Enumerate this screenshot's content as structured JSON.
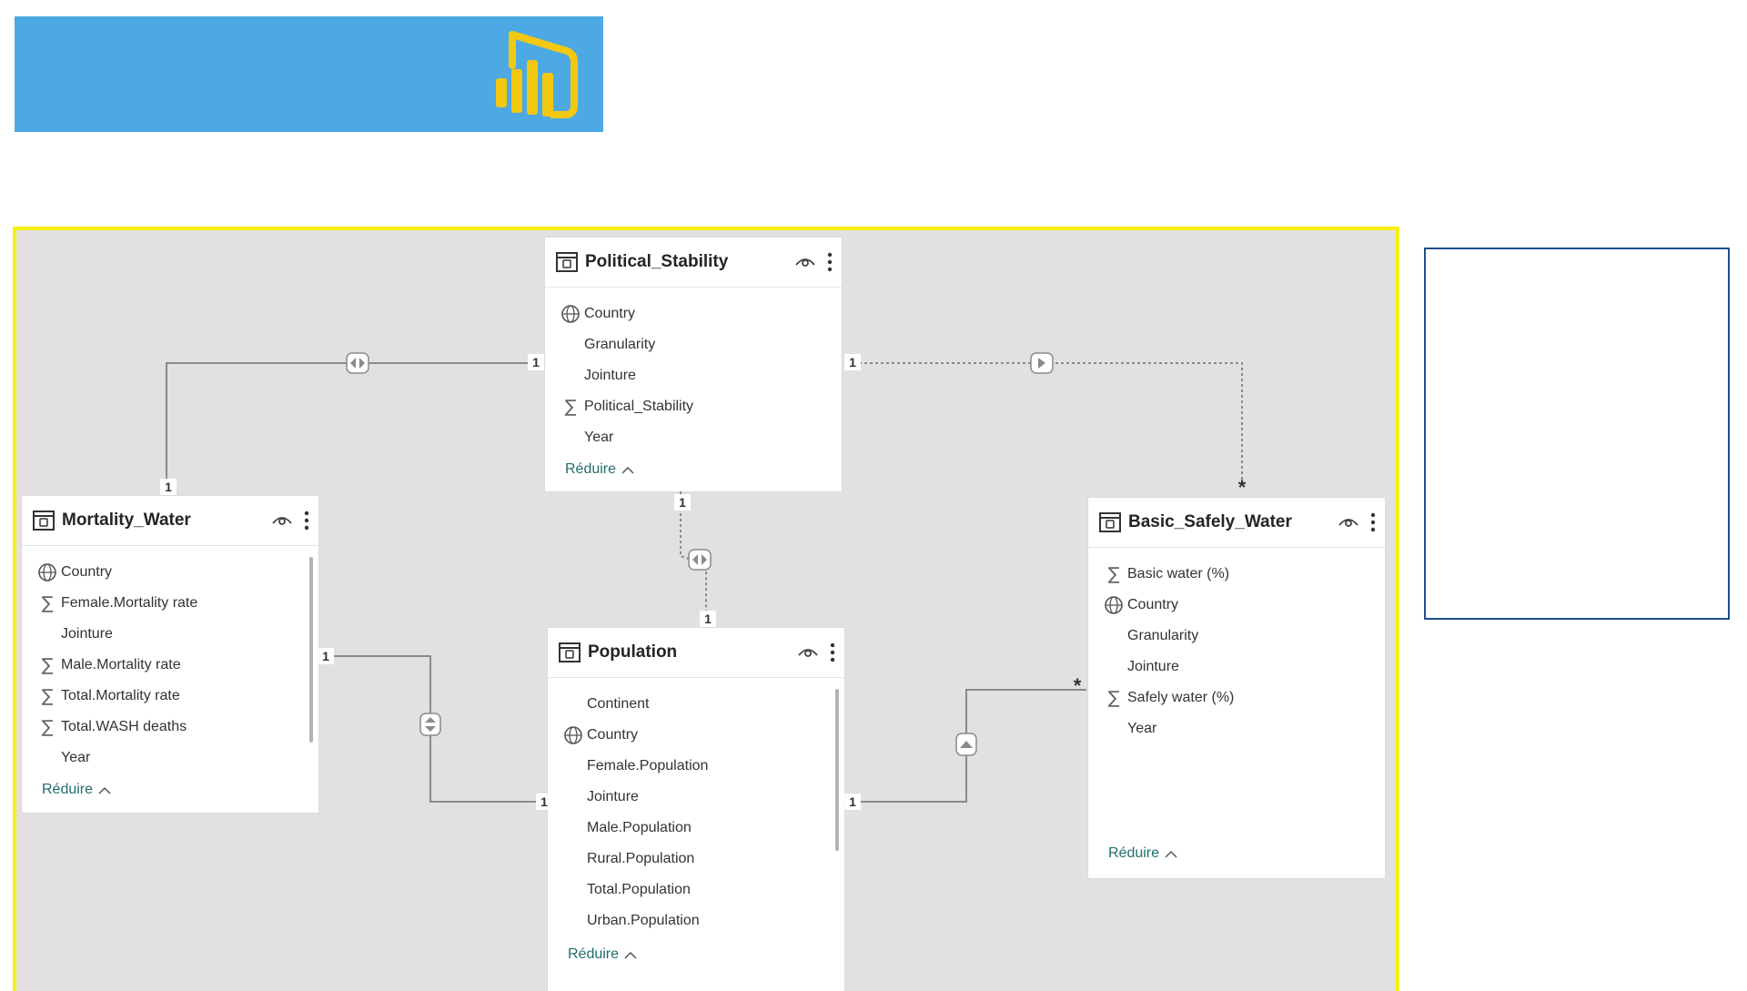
{
  "colors": {
    "banner": "#4da9e4",
    "logo": "#f2c811",
    "canvas_border": "#f7ef14",
    "canvas_bg": "#e3e1e0",
    "side_box_border": "#1f4e8c",
    "reduce_link": "#1f6e6a"
  },
  "banner": {
    "logo_icon": "power-bi-logo-icon"
  },
  "tables": {
    "political_stability": {
      "title": "Political_Stability",
      "fields": [
        {
          "label": "Country",
          "icon": "globe"
        },
        {
          "label": "Granularity",
          "icon": "none"
        },
        {
          "label": "Jointure",
          "icon": "none"
        },
        {
          "label": "Political_Stability",
          "icon": "sigma"
        },
        {
          "label": "Year",
          "icon": "none"
        }
      ],
      "collapse_label": "Réduire"
    },
    "mortality_water": {
      "title": "Mortality_Water",
      "fields": [
        {
          "label": "Country",
          "icon": "globe"
        },
        {
          "label": "Female.Mortality rate",
          "icon": "sigma"
        },
        {
          "label": "Jointure",
          "icon": "none"
        },
        {
          "label": "Male.Mortality rate",
          "icon": "sigma"
        },
        {
          "label": "Total.Mortality rate",
          "icon": "sigma"
        },
        {
          "label": "Total.WASH deaths",
          "icon": "sigma"
        },
        {
          "label": "Year",
          "icon": "none"
        }
      ],
      "collapse_label": "Réduire"
    },
    "population": {
      "title": "Population",
      "fields": [
        {
          "label": "Continent",
          "icon": "none"
        },
        {
          "label": "Country",
          "icon": "globe"
        },
        {
          "label": "Female.Population",
          "icon": "none"
        },
        {
          "label": "Jointure",
          "icon": "none"
        },
        {
          "label": "Male.Population",
          "icon": "none"
        },
        {
          "label": "Rural.Population",
          "icon": "none"
        },
        {
          "label": "Total.Population",
          "icon": "none"
        },
        {
          "label": "Urban.Population",
          "icon": "none"
        }
      ],
      "collapse_label": "Réduire"
    },
    "basic_safely_water": {
      "title": "Basic_Safely_Water",
      "fields": [
        {
          "label": "Basic water (%)",
          "icon": "sigma"
        },
        {
          "label": "Country",
          "icon": "globe"
        },
        {
          "label": "Granularity",
          "icon": "none"
        },
        {
          "label": "Jointure",
          "icon": "none"
        },
        {
          "label": "Safely water (%)",
          "icon": "sigma"
        },
        {
          "label": "Year",
          "icon": "none"
        }
      ],
      "collapse_label": "Réduire"
    }
  },
  "relationships": {
    "ps_mw": {
      "from_card": "1",
      "to_card": "1",
      "filter": "both"
    },
    "ps_bsw": {
      "from_card": "1",
      "to_card": "*",
      "filter": "single",
      "inactive": true
    },
    "ps_pop": {
      "from_card": "1",
      "to_card": "1",
      "filter": "both",
      "inactive": true
    },
    "mw_pop": {
      "from_card": "1",
      "to_card": "1",
      "filter": "both"
    },
    "pop_bsw": {
      "from_card": "1",
      "to_card": "*",
      "filter": "single"
    }
  }
}
